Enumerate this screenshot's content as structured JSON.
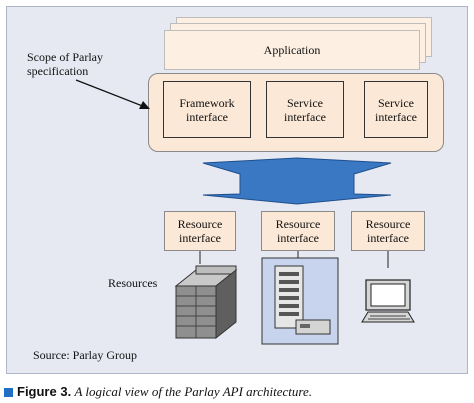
{
  "figure": {
    "application_label": "Application",
    "scope_label": "Scope of Parlay\nspecification",
    "framework_label": "Framework\ninterface",
    "service_label_1": "Service\ninterface",
    "service_label_2": "Service\ninterface",
    "resource_interface_1": "Resource\ninterface",
    "resource_interface_2": "Resource\ninterface",
    "resource_interface_3": "Resource\ninterface",
    "resources_label": "Resources",
    "source_label": "Source: Parlay Group"
  },
  "caption": {
    "number": "Figure 3.",
    "text": "A logical view of the Parlay API architecture."
  },
  "colors": {
    "panel": "#e6e9f2",
    "box_fill": "#fbe8d6",
    "arrow": "#3b78c4",
    "caption_marker": "#1f6fc4"
  }
}
